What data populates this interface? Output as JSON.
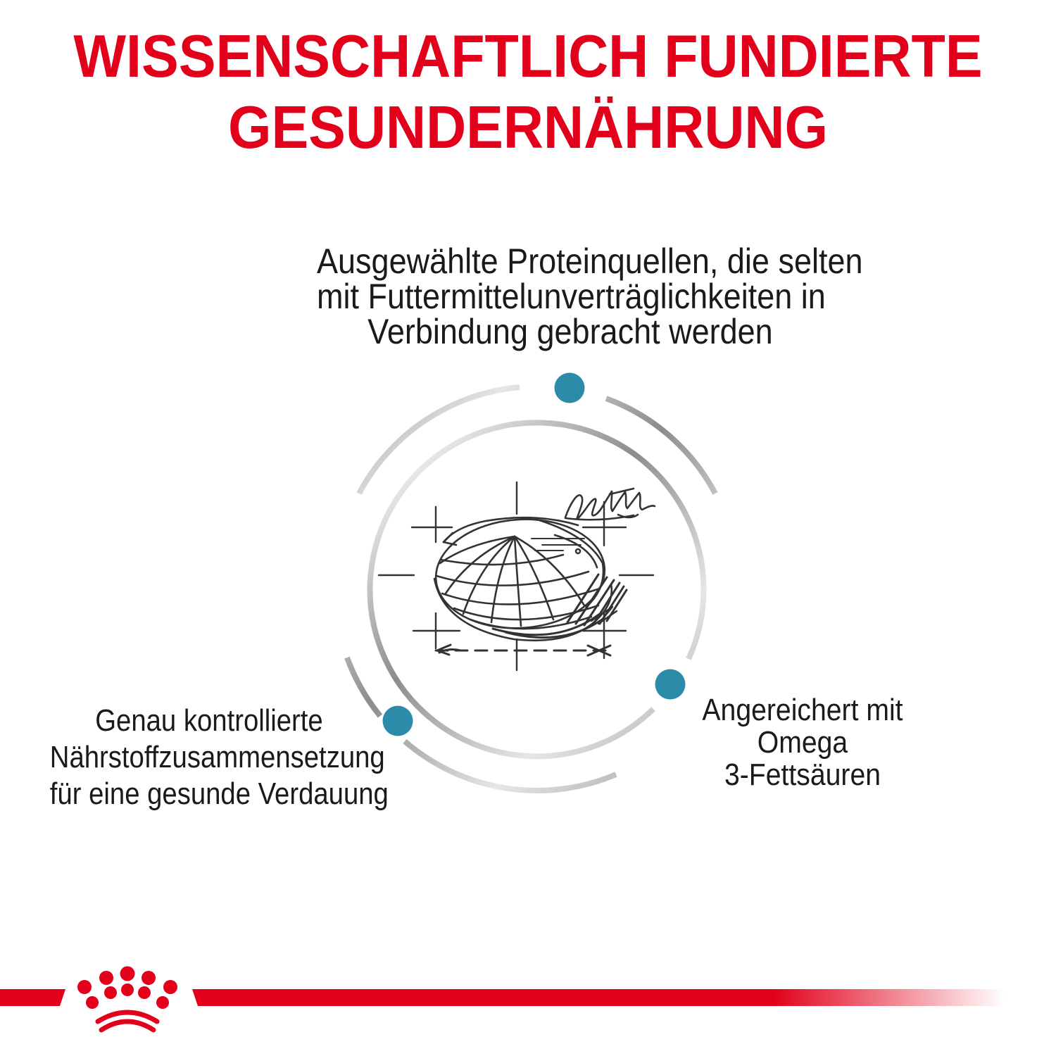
{
  "theme": {
    "background": "#ffffff",
    "brand_red": "#e2001a",
    "accent_teal": "#2b8ba8",
    "ink": "#1a1a1a",
    "sketch_ink": "#333333",
    "silver_dark": "#8c8c8c",
    "silver_light": "#e6e6e6"
  },
  "header": {
    "line1": "WISSENSCHAFTLICH FUNDIERTE",
    "line2": "GESUNDERNÄHRUNG"
  },
  "annotations": {
    "top": {
      "lines": [
        "Ausgewählte Proteinquellen, die selten",
        "mit Futtermittelunverträglichkeiten in",
        "Verbindung gebracht werden"
      ]
    },
    "left": {
      "lines": [
        "Genau kontrollierte",
        "Nährstoffzusammensetzung",
        "für eine gesunde Verdauung"
      ]
    },
    "right": {
      "lines": [
        "Angereichert mit",
        "Omega",
        "3-Fettsäuren"
      ]
    }
  },
  "icons": {
    "brand": "royal-canin-crown-icon",
    "markers": "feature-marker-dot",
    "illustration": "kibble-technical-sketch"
  }
}
